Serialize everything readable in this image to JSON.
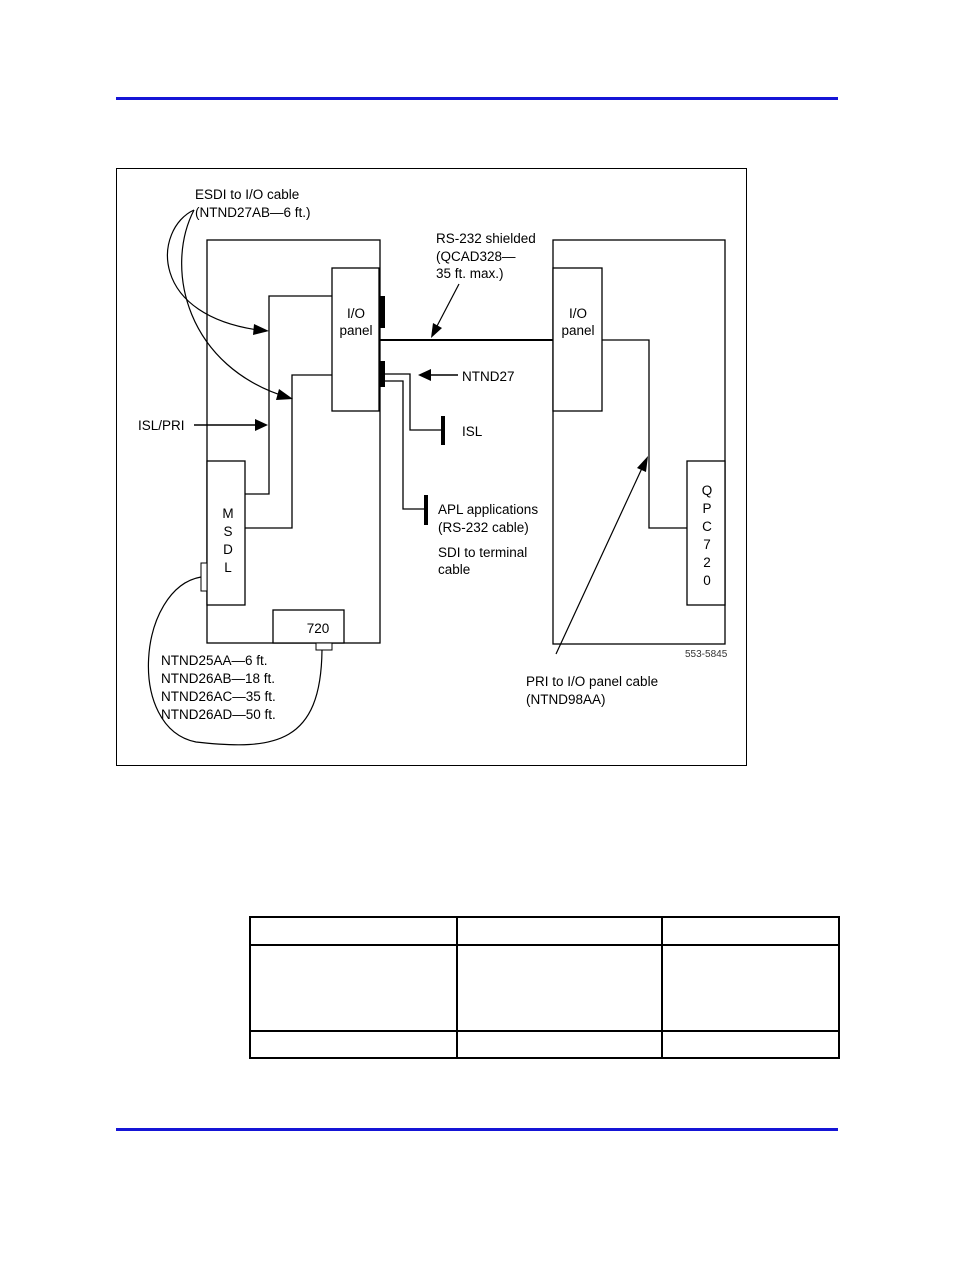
{
  "page": {
    "rule_color": "#1515d6"
  },
  "diagram": {
    "labels": {
      "esdi_cable_line1": "ESDI to I/O cable",
      "esdi_cable_line2": "(NTND27AB—6 ft.)",
      "rs232_line1": "RS-232 shielded",
      "rs232_line2": "(QCAD328—",
      "rs232_line3": "35 ft. max.)",
      "io_panel_left_line1": "I/O",
      "io_panel_left_line2": "panel",
      "io_panel_right_line1": "I/O",
      "io_panel_right_line2": "panel",
      "ntnd27": "NTND27",
      "isl_pri": "ISL/PRI",
      "isl": "ISL",
      "apl_line1": "APL applications",
      "apl_line2": "(RS-232 cable)",
      "sdi_line1": "SDI to terminal",
      "sdi_line2": "cable",
      "msdl_chars": [
        "M",
        "S",
        "D",
        "L"
      ],
      "qpc_chars": [
        "Q",
        "P",
        "C",
        "7",
        "2",
        "0"
      ],
      "card_720": "720",
      "cable_list": [
        "NTND25AA—6 ft.",
        "NTND26AB—18 ft.",
        "NTND26AC—35 ft.",
        "NTND26AD—50 ft."
      ],
      "figure_id": "553-5845",
      "pri_line1": "PRI to I/O panel cable",
      "pri_line2": "(NTND98AA)"
    }
  },
  "table": {
    "rows": [
      [
        "",
        "",
        ""
      ],
      [
        "",
        "",
        ""
      ],
      [
        "",
        "",
        ""
      ]
    ]
  }
}
